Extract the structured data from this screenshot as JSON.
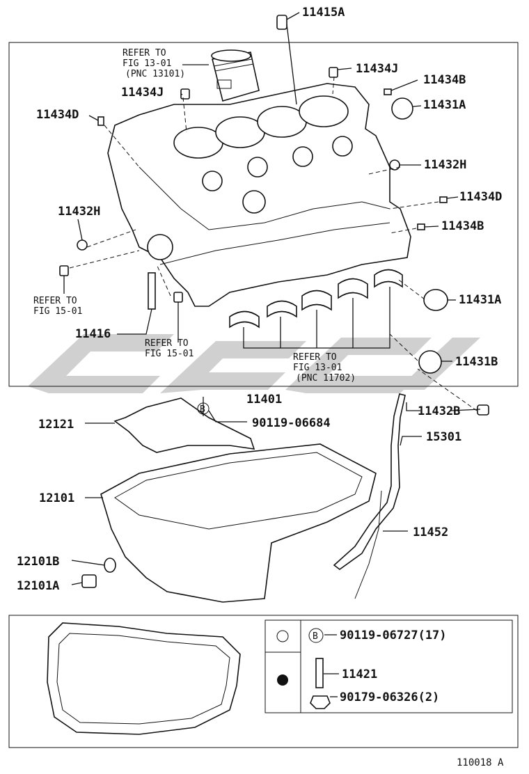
{
  "labels": {
    "p11415A": "11415A",
    "refer1_l1": "REFER TO",
    "refer1_l2": "FIG 13-01",
    "refer1_l3": "(PNC 13101)",
    "p11434J_a": "11434J",
    "p11434J_b": "11434J",
    "p11434B_a": "11434B",
    "p11431A_a": "11431A",
    "p11434D_a": "11434D",
    "p11432H_a": "11432H",
    "p11434D_b": "11434D",
    "p11432H_b": "11432H",
    "p11434B_b": "11434B",
    "refer2_l1": "REFER TO",
    "refer2_l2": "FIG 15-01",
    "p11431A_b": "11431A",
    "p11416": "11416",
    "refer3_l1": "REFER TO",
    "refer3_l2": "FIG 15-01",
    "refer4_l1": "REFER TO",
    "refer4_l2": "FIG 13-01",
    "refer4_l3": "(PNC 11702)",
    "p11431B": "11431B",
    "p11401": "11401",
    "p11432B": "11432B",
    "p12121": "12121",
    "p90119_06684": "90119-06684",
    "p15301": "15301",
    "p12101": "12101",
    "p11452": "11452",
    "p12101B": "12101B",
    "p12101A": "12101A",
    "p90119_06727": "90119-06727(17)",
    "p11421": "11421",
    "p90179_06326": "90179-06326(2)",
    "circle_b1": "B",
    "circle_b2": "B",
    "figure_id": "110018 A"
  }
}
